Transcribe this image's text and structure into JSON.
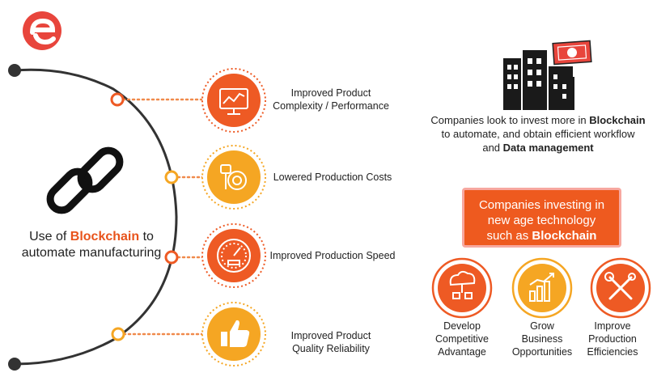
{
  "logo": {
    "letter": "e",
    "color": "#e8453c"
  },
  "center": {
    "prefix": "Use of ",
    "highlight": "Blockchain",
    "suffix": " to",
    "line2": "automate manufacturing",
    "icon": "chain-link-icon"
  },
  "benefits": [
    {
      "line1": "Improved Product",
      "line2": "Complexity / Performance",
      "icon": "monitor-chart-icon",
      "color": "#ee5a24"
    },
    {
      "line1": "Lowered Production Costs",
      "line2": "",
      "icon": "robot-gear-icon",
      "color": "#f5a623"
    },
    {
      "line1": "Improved Production Speed",
      "line2": "",
      "icon": "speedometer-icon",
      "color": "#ee5a24"
    },
    {
      "line1": "Improved Product",
      "line2": "Quality Reliability",
      "icon": "thumbs-up-icon",
      "color": "#f5a623"
    }
  ],
  "right": {
    "statement_prefix": "Companies look to invest more in ",
    "statement_hl1": "Blockchain",
    "statement_line2": "to automate, and obtain efficient workflow",
    "statement_line3_prefix": "and ",
    "statement_hl2": "Data management",
    "building_icon": "office-building-icon",
    "money_icon": "banknote-icon",
    "box_line1": "Companies investing in",
    "box_line2": "new age technology",
    "box_line3_prefix": "such as ",
    "box_line3_hl": "Blockchain",
    "outcomes": [
      {
        "line1": "Develop",
        "line2": "Competitive",
        "line3": "Advantage",
        "icon": "cloud-network-icon",
        "color": "#ee5a24"
      },
      {
        "line1": "Grow",
        "line2": "Business",
        "line3": "Opportunities",
        "icon": "growth-chart-icon",
        "color": "#f5a623"
      },
      {
        "line1": "Improve",
        "line2": "Production",
        "line3": "Efficiencies",
        "icon": "tools-icon",
        "color": "#ee5a24"
      }
    ]
  },
  "colors": {
    "orange": "#ee5a24",
    "amber": "#f5a623",
    "arc": "#333333",
    "dots": "#f08a4b"
  }
}
